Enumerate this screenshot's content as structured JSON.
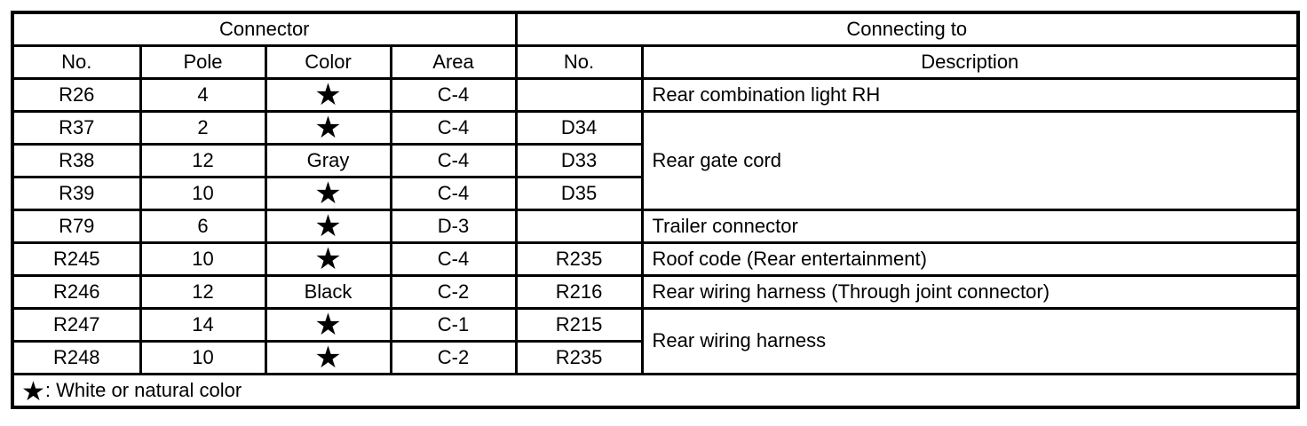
{
  "table": {
    "group_headers": [
      {
        "label": "Connector",
        "colspan": 4
      },
      {
        "label": "Connecting to",
        "colspan": 2
      }
    ],
    "column_headers": [
      "No.",
      "Pole",
      "Color",
      "Area",
      "No.",
      "Description"
    ],
    "rows": [
      {
        "no": "R26",
        "pole": "4",
        "color": "★",
        "area": "C-4",
        "conn_no": "",
        "description": "Rear combination light RH",
        "desc_rowspan": 1
      },
      {
        "no": "R37",
        "pole": "2",
        "color": "★",
        "area": "C-4",
        "conn_no": "D34",
        "description": "Rear gate cord",
        "desc_rowspan": 3
      },
      {
        "no": "R38",
        "pole": "12",
        "color": "Gray",
        "area": "C-4",
        "conn_no": "D33"
      },
      {
        "no": "R39",
        "pole": "10",
        "color": "★",
        "area": "C-4",
        "conn_no": "D35"
      },
      {
        "no": "R79",
        "pole": "6",
        "color": "★",
        "area": "D-3",
        "conn_no": "",
        "description": "Trailer connector",
        "desc_rowspan": 1
      },
      {
        "no": "R245",
        "pole": "10",
        "color": "★",
        "area": "C-4",
        "conn_no": "R235",
        "description": "Roof code (Rear entertainment)",
        "desc_rowspan": 1
      },
      {
        "no": "R246",
        "pole": "12",
        "color": "Black",
        "area": "C-2",
        "conn_no": "R216",
        "description": "Rear wiring harness (Through joint connector)",
        "desc_rowspan": 1
      },
      {
        "no": "R247",
        "pole": "14",
        "color": "★",
        "area": "C-1",
        "conn_no": "R215",
        "description": "Rear wiring harness",
        "desc_rowspan": 2
      },
      {
        "no": "R248",
        "pole": "10",
        "color": "★",
        "area": "C-2",
        "conn_no": "R235"
      }
    ],
    "footnote": {
      "symbol": "★",
      "text": ": White or natural color"
    },
    "colors": {
      "border": "#000000",
      "background": "#ffffff",
      "text": "#000000"
    }
  }
}
